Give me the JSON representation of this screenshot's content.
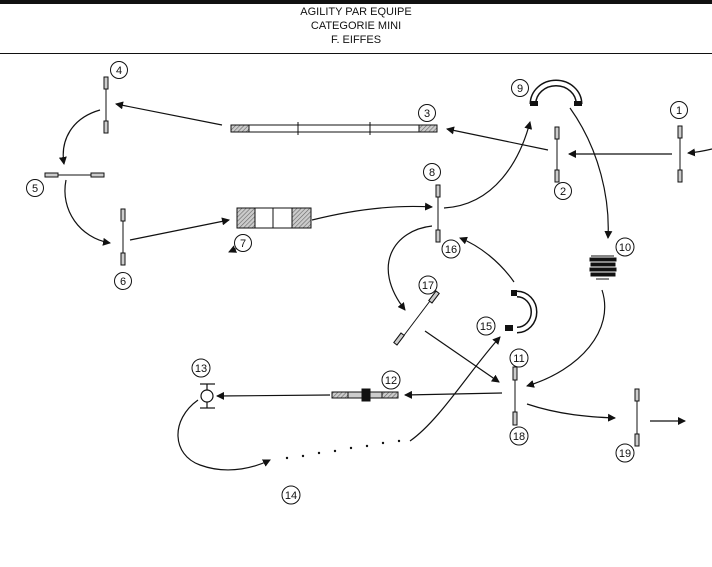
{
  "header": {
    "line1": "AGILITY PAR EQUIPE",
    "line2": "CATEGORIE MINI",
    "line3": "F. EIFFES"
  },
  "obstacles": {
    "n1": "1",
    "n2": "2",
    "n3": "3",
    "n4": "4",
    "n5": "5",
    "n6": "6",
    "n7": "7",
    "n8": "8",
    "n9": "9",
    "n10": "10",
    "n11": "11",
    "n12": "12",
    "n13": "13",
    "n14": "14",
    "n15": "15",
    "n16": "16",
    "n17": "17",
    "n18": "18",
    "n19": "19"
  }
}
